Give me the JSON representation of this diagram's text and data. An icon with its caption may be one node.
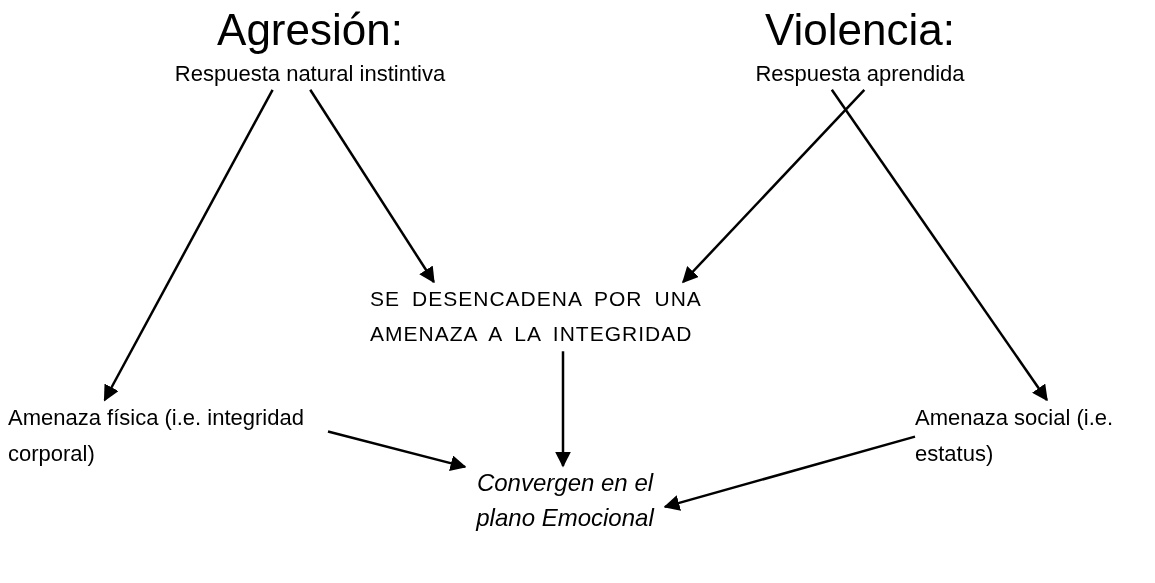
{
  "diagram": {
    "nodes": [
      {
        "text": [
          "Agresión:",
          "Respuesta natural instintiva"
        ]
      },
      {
        "text": [
          "Violencia:",
          "Respuesta aprendida"
        ]
      },
      {
        "text": [
          "SE DESENCADENA POR UNA AMENAZA A LA INTEGRIDAD"
        ]
      },
      {
        "text": [
          "Amenaza física (i.e. integridad corporal)"
        ]
      },
      {
        "text": [
          "Amenaza social (i.e. estatus)"
        ]
      },
      {
        "text": [
          "Convergen en el plano Emocional"
        ]
      }
    ],
    "edges": [
      {
        "from": 0,
        "to": 3,
        "arrow": "to"
      },
      {
        "from": 0,
        "to": 2,
        "arrow": "to"
      },
      {
        "from": 1,
        "to": 2,
        "arrow": "to"
      },
      {
        "from": 1,
        "to": 4,
        "arrow": "to"
      },
      {
        "from": 2,
        "to": 5,
        "arrow": "to"
      },
      {
        "from": 3,
        "to": 5,
        "arrow": "to"
      },
      {
        "from": 4,
        "to": 5,
        "arrow": "to"
      }
    ]
  }
}
